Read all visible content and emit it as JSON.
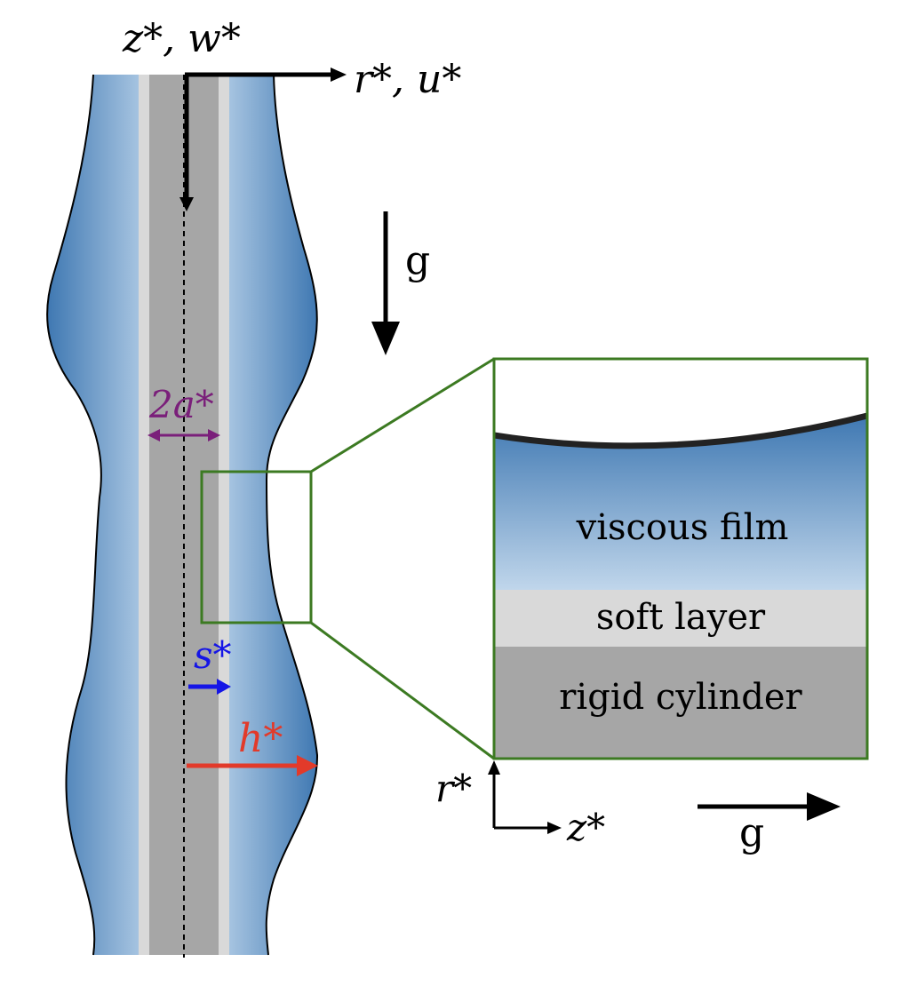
{
  "labels": {
    "z_w_axis": "z*, w*",
    "r_u_axis": "r*, u*",
    "gravity_vertical": "g",
    "gravity_horizontal": "g",
    "cylinder_diameter": "2a*",
    "soft_thickness": "s*",
    "film_thickness": "h*",
    "inset_r_axis": "r*",
    "inset_z_axis": "z*"
  },
  "inset": {
    "viscous_film": "viscous film",
    "soft_layer": "soft layer",
    "rigid_cylinder": "rigid cylinder"
  },
  "colors": {
    "film_dark": "#3f78b2",
    "film_light": "#a9c6e2",
    "soft_layer": "#d9d9d9",
    "rigid_cylinder": "#a6a6a6",
    "inset_frame": "#3c7a22",
    "diameter_arrow": "#7a1f7a",
    "soft_arrow": "#1515e6",
    "film_arrow": "#e23a2a"
  }
}
